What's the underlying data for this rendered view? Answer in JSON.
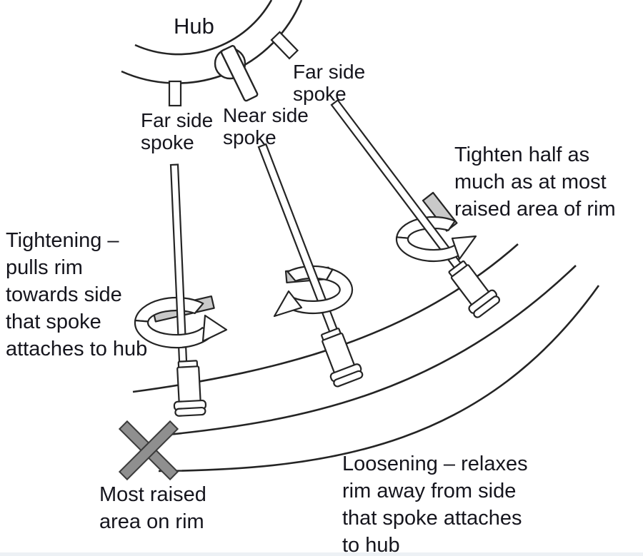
{
  "diagram": {
    "title_context": "Wheel truing spoke adjustment diagram",
    "colors": {
      "background": "#ffffff",
      "line": "#242424",
      "text": "#15151d",
      "rotation_arrow_fill": "#c9c9c9",
      "x_marker_fill": "#8f8f8f"
    },
    "labels": {
      "hub": "Hub",
      "far_side_spoke_left": "Far side\nspoke",
      "near_side_spoke": "Near side\nspoke",
      "far_side_spoke_right": "Far side\nspoke",
      "tightening_note": "Tightening –\npulls rim\ntowards side\nthat spoke\nattaches to hub",
      "tighten_half_note": "Tighten half as\nmuch as at most\nraised area of rim",
      "most_raised_note": "Most raised\narea on rim",
      "loosening_note": "Loosening – relaxes\nrim away from side\nthat spoke attaches\nto hub"
    }
  }
}
